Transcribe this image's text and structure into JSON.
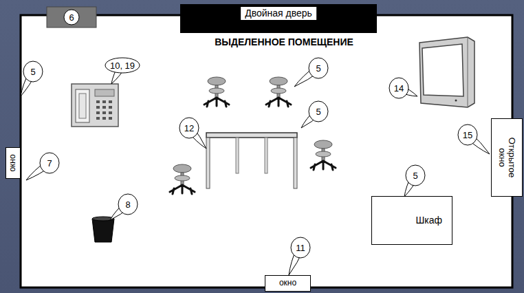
{
  "diagram": {
    "title": "ВЫДЕЛЕННОЕ ПОМЕЩЕНИЕ",
    "nodes": [
      {
        "text": [
          "Двойная дверь"
        ]
      },
      {
        "text": [
          "окно"
        ]
      },
      {
        "text": [
          "Открытое окно"
        ]
      },
      {
        "text": [
          "окно"
        ]
      },
      {
        "text": [
          "Шкаф"
        ]
      }
    ],
    "labels": [
      "6",
      "5",
      "10, 19",
      "5",
      "14",
      "5",
      "12",
      "15",
      "7",
      "5",
      "8",
      "11"
    ]
  }
}
